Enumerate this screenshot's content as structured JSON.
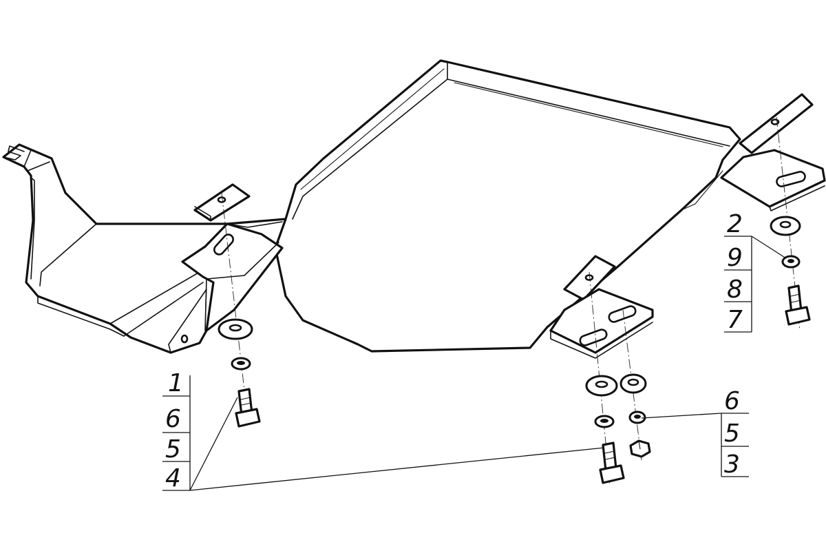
{
  "callouts": {
    "left": [
      "1",
      "6",
      "5",
      "4"
    ],
    "right_bottom": [
      "6",
      "5",
      "3"
    ],
    "right_top": [
      "2",
      "9",
      "8",
      "7"
    ]
  },
  "colors": {
    "line": "#111111",
    "background": "#ffffff"
  }
}
